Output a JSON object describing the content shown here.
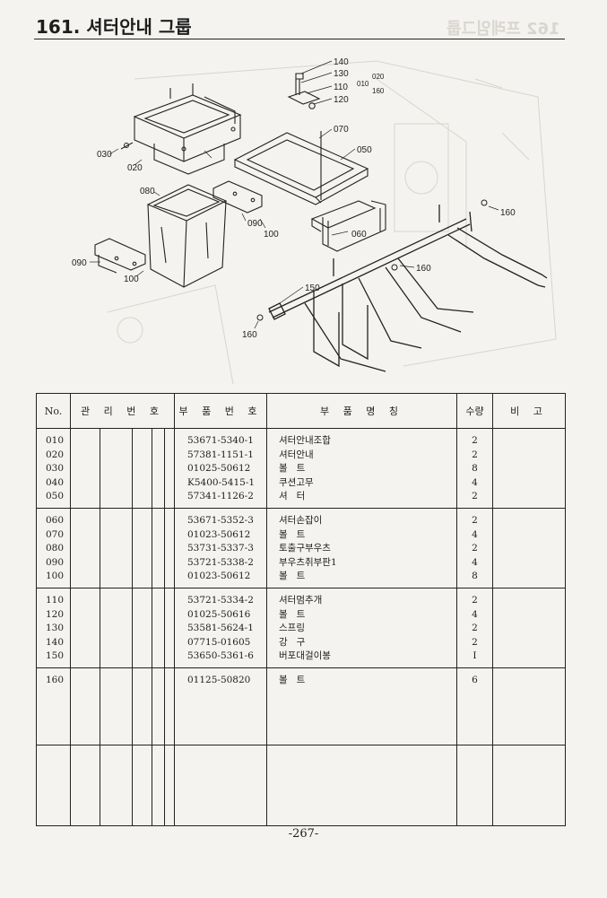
{
  "page": {
    "title": "161. 셔터안내 그룹",
    "ghost_title": "162 프레임그룹",
    "page_number": "-267-"
  },
  "diagram": {
    "callouts": [
      "140",
      "130",
      "110",
      "120",
      "010",
      "020",
      "160",
      "070",
      "050",
      "030",
      "020",
      "080",
      "090",
      "100",
      "060",
      "160",
      "150",
      "160",
      "090",
      "100",
      "160"
    ]
  },
  "table": {
    "headers": {
      "no": "No.",
      "management": "관 리 번 호",
      "part_number": "부 품 번 호",
      "part_name": "부 품 명 칭",
      "quantity": "수량",
      "remarks": "비 고"
    },
    "groups": [
      {
        "rows": [
          {
            "no": "010",
            "part_number": "53671-5340-1",
            "name": "셔터안내조합",
            "qty": "2"
          },
          {
            "no": "020",
            "part_number": "57381-1151-1",
            "name": "셔터안내",
            "qty": "2"
          },
          {
            "no": "030",
            "part_number": "01025-50612",
            "name": "볼   트",
            "qty": "8"
          },
          {
            "no": "040",
            "part_number": "K5400-5415-1",
            "name": "쿠션고무",
            "qty": "4"
          },
          {
            "no": "050",
            "part_number": "57341-1126-2",
            "name": "셔   터",
            "qty": "2"
          }
        ]
      },
      {
        "rows": [
          {
            "no": "060",
            "part_number": "53671-5352-3",
            "name": "셔터손잡이",
            "qty": "2"
          },
          {
            "no": "070",
            "part_number": "01023-50612",
            "name": "볼   트",
            "qty": "4"
          },
          {
            "no": "080",
            "part_number": "53731-5337-3",
            "name": "토출구부우츠",
            "qty": "2"
          },
          {
            "no": "090",
            "part_number": "53721-5338-2",
            "name": "부우츠취부판1",
            "qty": "4"
          },
          {
            "no": "100",
            "part_number": "01023-50612",
            "name": "볼   트",
            "qty": "8"
          }
        ]
      },
      {
        "rows": [
          {
            "no": "110",
            "part_number": "53721-5334-2",
            "name": "셔터멈추개",
            "qty": "2"
          },
          {
            "no": "120",
            "part_number": "01025-50616",
            "name": "볼   트",
            "qty": "4"
          },
          {
            "no": "130",
            "part_number": "53581-5624-1",
            "name": "스프링",
            "qty": "2"
          },
          {
            "no": "140",
            "part_number": "07715-01605",
            "name": "강   구",
            "qty": "2"
          },
          {
            "no": "150",
            "part_number": "53650-5361-6",
            "name": "버포대걸이봉",
            "qty": "I"
          }
        ]
      },
      {
        "rows": [
          {
            "no": "160",
            "part_number": "01125-50820",
            "name": "볼   트",
            "qty": "6"
          }
        ]
      },
      {
        "rows": []
      }
    ]
  }
}
